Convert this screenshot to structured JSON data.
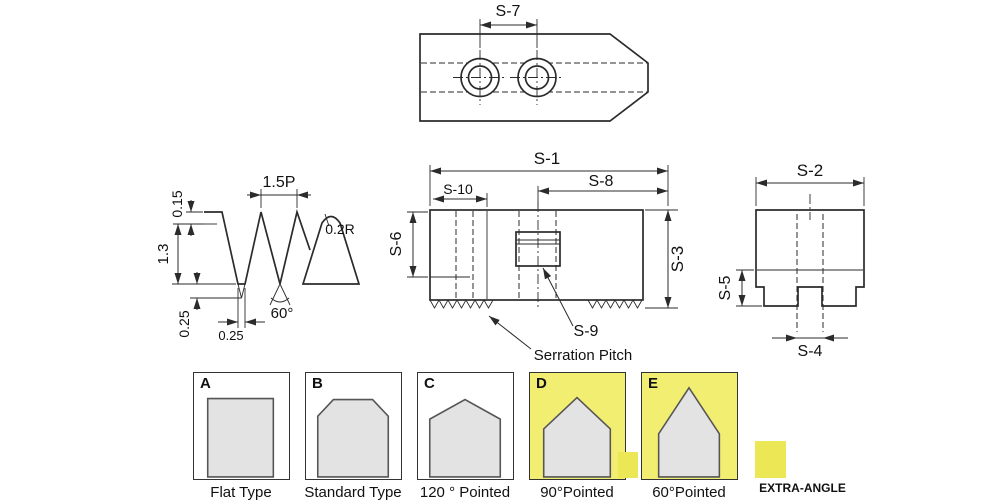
{
  "drawing": {
    "top_view": {
      "dim_s7": "S-7"
    },
    "side_view": {
      "dim_s1": "S-1",
      "dim_s8": "S-8",
      "dim_s10": "S-10",
      "dim_s6": "S-6",
      "dim_s3": "S-3",
      "dim_s9": "S-9",
      "serration_pitch_label": "Serration Pitch"
    },
    "end_view": {
      "dim_s2": "S-2",
      "dim_s5": "S-5",
      "dim_s4": "S-4"
    },
    "serration_detail": {
      "pitch": "1.5P",
      "tip_radius": "0.2R",
      "angle": "60°",
      "truncation": "0.15",
      "depth": "1.3",
      "flat_vertical": "0.25",
      "flat_horizontal": "0.25"
    }
  },
  "jaw_types": [
    {
      "letter": "A",
      "label": "Flat Type",
      "highlighted": false
    },
    {
      "letter": "B",
      "label": "Standard Type",
      "highlighted": false
    },
    {
      "letter": "C",
      "label": "120 ° Pointed",
      "highlighted": false
    },
    {
      "letter": "D",
      "label": "90°Pointed",
      "highlighted": true
    },
    {
      "letter": "E",
      "label": "60°Pointed",
      "highlighted": true
    }
  ],
  "extra_angle": {
    "label": "EXTRA-ANGLE"
  },
  "colors": {
    "line": "#2b2b2b",
    "highlight_yellow": "#f2ee72",
    "swatch_yellow": "#ece755",
    "profile_gray": "#e3e3e3"
  }
}
